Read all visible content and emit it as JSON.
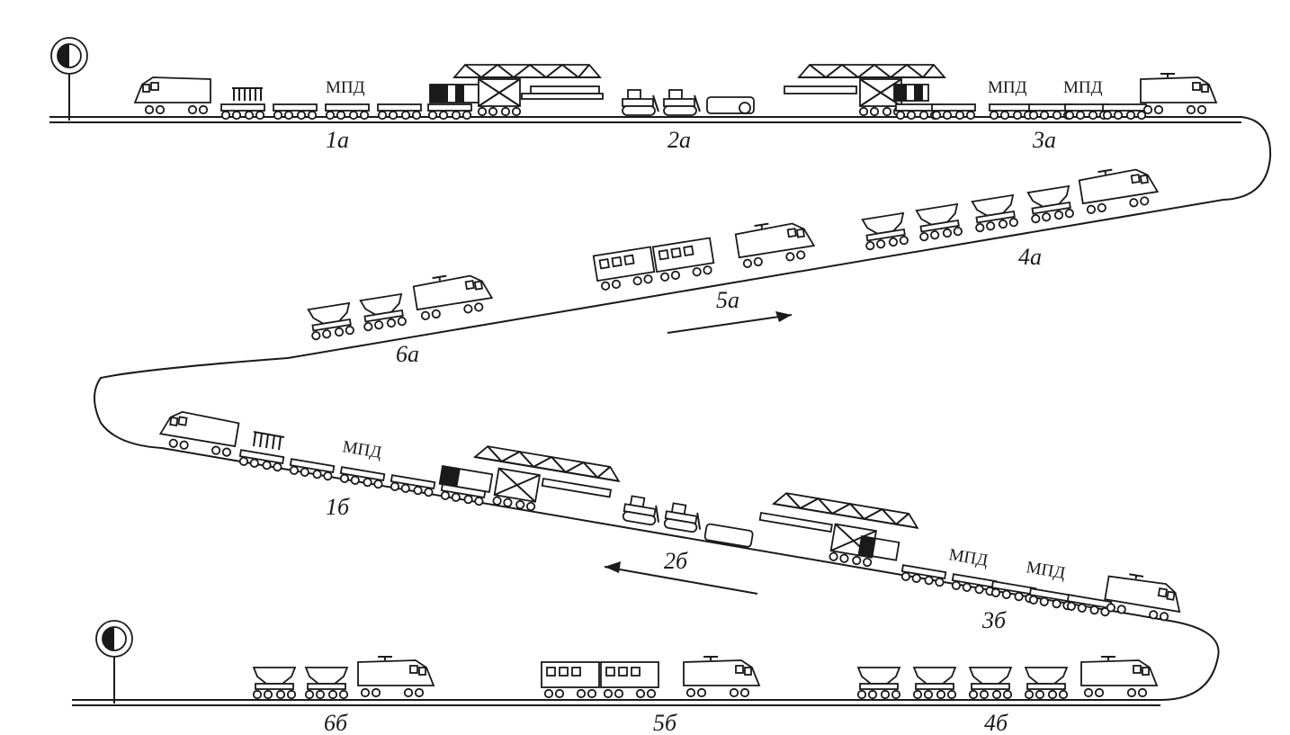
{
  "labels": {
    "l1a": "1a",
    "l2a": "2a",
    "l3a": "3a",
    "l4a": "4a",
    "l5a": "5a",
    "l6a": "6a",
    "l1b": "1б",
    "l2b": "2б",
    "l3b": "3б",
    "l4b": "4б",
    "l5b": "5б",
    "l6b": "6б"
  },
  "mpd": "МПД",
  "icons": [
    "signal-icon",
    "locomotive-icon",
    "bridge-crane-icon",
    "bulldozer-icon",
    "hopper-car-icon",
    "passenger-car-icon",
    "flat-car-icon"
  ],
  "colors": {
    "ink": "#1a1a1a",
    "background": "#ffffff"
  }
}
